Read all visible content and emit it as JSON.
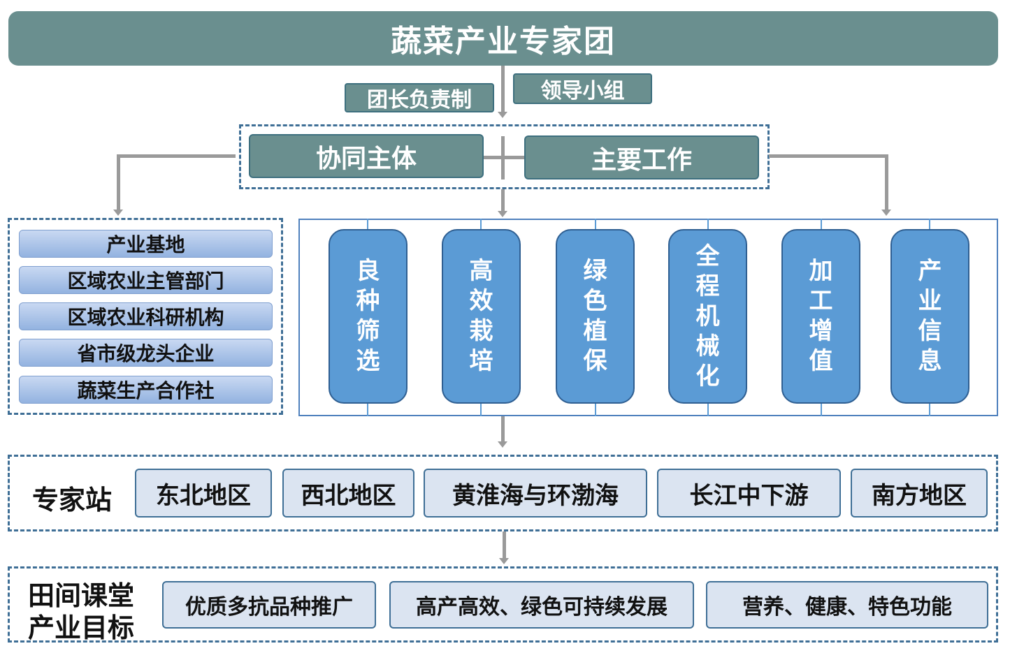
{
  "title": "蔬菜产业专家团",
  "tags": {
    "leader": "团长负责制",
    "group": "领导小组"
  },
  "center": {
    "partners_label": "协同主体",
    "work_label": "主要工作"
  },
  "partners": [
    "产业基地",
    "区域农业主管部门",
    "区域农业科研机构",
    "省市级龙头企业",
    "蔬菜生产合作社"
  ],
  "works": [
    "良种筛选",
    "高效栽培",
    "绿色植保",
    "全程机械化",
    "加工增值",
    "产业信息"
  ],
  "stations": {
    "label": "专家站",
    "regions": [
      "东北地区",
      "西北地区",
      "黄淮海与环渤海",
      "长江中下游",
      "南方地区"
    ]
  },
  "goals": {
    "label_line1": "田间课堂",
    "label_line2": "产业目标",
    "items": [
      "优质多抗品种推广",
      "高产高效、绿色可持续发展",
      "营养、健康、特色功能"
    ]
  },
  "colors": {
    "teal": "#6a8f8f",
    "blue": "#5b9bd5",
    "dash": "#3f6f96",
    "light": "#dbe4f1"
  }
}
